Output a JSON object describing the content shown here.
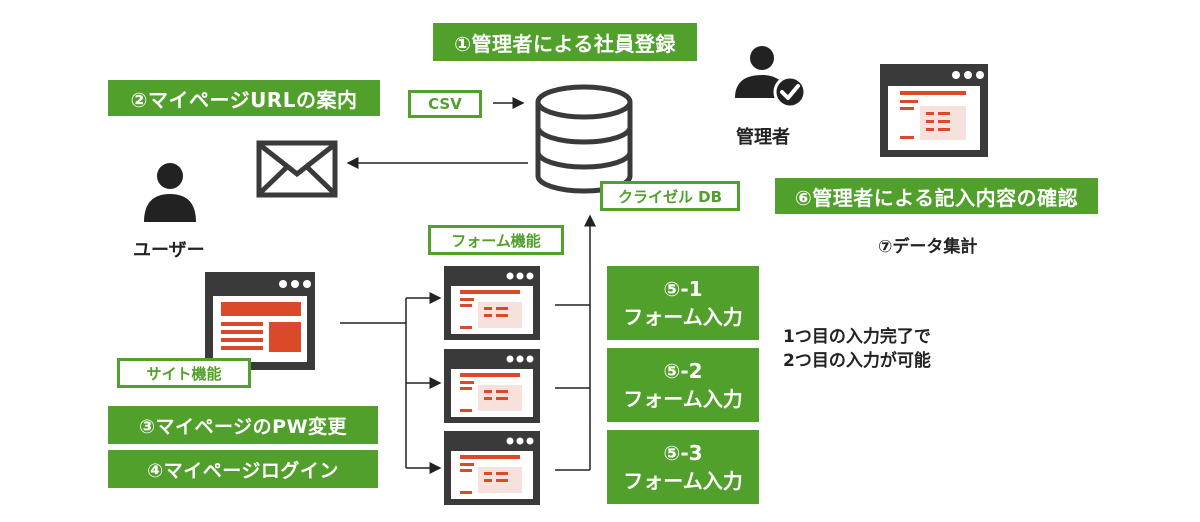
{
  "labels": {
    "admin_register": "①管理者による社員登録",
    "mypage_url": "②マイページURLの案内",
    "csv": "CSV",
    "admin_role": "管理者",
    "kurazel_db": "クライゼル DB",
    "admin_confirm": "⑥管理者による記入内容の確認",
    "data_aggregate": "⑦データ集計",
    "user_role": "ユーザー",
    "form_feature": "フォーム機能",
    "site_feature": "サイト機能",
    "mypage_pw": "③マイページのPW変更",
    "mypage_login": "④マイページログイン",
    "note_line1": "1つ目の入力完了で",
    "note_line2": "2つ目の入力が可能"
  },
  "steps": [
    {
      "num": "⑤-1",
      "text": "フォーム入力"
    },
    {
      "num": "⑤-2",
      "text": "フォーム入力"
    },
    {
      "num": "⑤-3",
      "text": "フォーム入力"
    }
  ],
  "icons": {
    "admin": "admin-check-person-icon",
    "user": "person-icon",
    "mail": "envelope-icon",
    "db": "database-icon",
    "browser": "browser-window-icon"
  },
  "colors": {
    "green": "#52a02c",
    "dark": "#3a3a3a",
    "red": "#d9492a",
    "line": "#222222"
  }
}
